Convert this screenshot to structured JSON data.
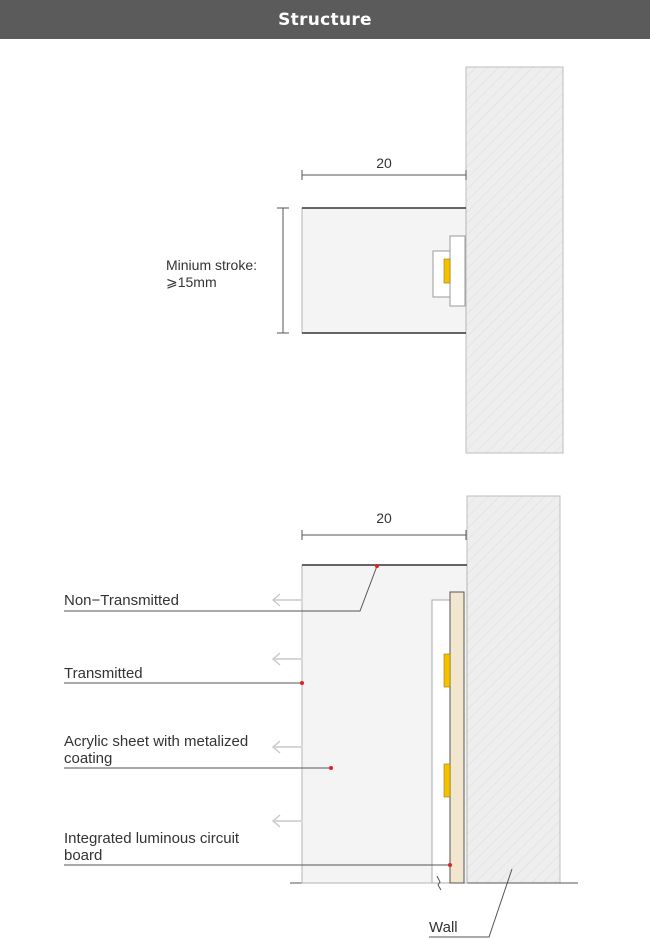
{
  "header": {
    "title": "Structure"
  },
  "top_view": {
    "dimension_width": "20",
    "stroke_label_line1": "Minium stroke:",
    "stroke_label_line2": "⩾15mm"
  },
  "bottom_view": {
    "dimension_width": "20",
    "callouts": {
      "non_transmitted": "Non−Transmitted",
      "transmitted": "Transmitted",
      "acrylic_line1": "Acrylic sheet with metalized",
      "acrylic_line2": "coating",
      "circuit_line1": "Integrated luminous circuit",
      "circuit_line2": "board",
      "wall": "Wall"
    }
  },
  "colors": {
    "header_bg": "#5b5b5b",
    "wall_fill": "#eeeeee",
    "box_fill": "#f4f4f4",
    "board_fill": "#f3e6cf",
    "led_yellow": "#f2c200",
    "callout_dot": "#e02020",
    "arrow_gray": "#c8c8c8"
  }
}
